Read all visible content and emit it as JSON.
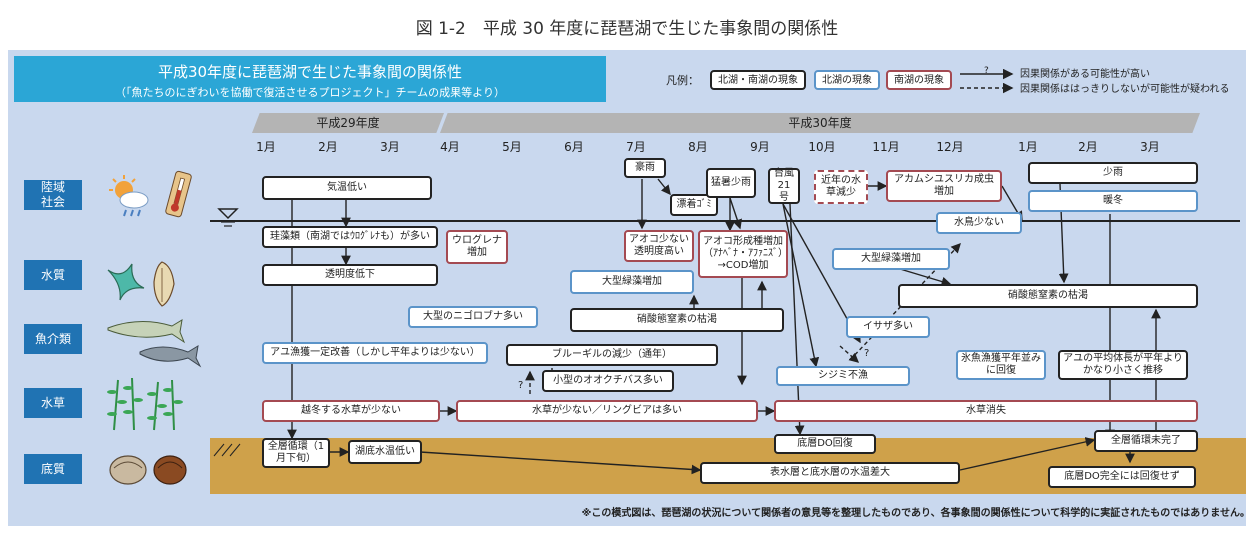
{
  "figure_title": "図 1-2　平成 30 年度に琵琶湖で生じた事象間の関係性",
  "header": {
    "title": "平成30年度に琵琶湖で生じた事象間の関係性",
    "subtitle": "（「魚たちのにぎわいを協働で復活させるプロジェクト」チームの成果等より）"
  },
  "legend": {
    "label": "凡例：",
    "both": "北湖・南湖の現象",
    "north": "北湖の現象",
    "south": "南湖の現象",
    "causal": "因果関係がある可能性が高い",
    "uncertain": "因果関係ははっきりしないが可能性が疑われる",
    "q": "?"
  },
  "years": {
    "h29": "平成29年度",
    "h30": "平成30年度"
  },
  "months": [
    "1月",
    "2月",
    "3月",
    "4月",
    "5月",
    "6月",
    "7月",
    "8月",
    "9月",
    "10月",
    "11月",
    "12月",
    "1月",
    "2月",
    "3月"
  ],
  "categories": [
    "陸域社会",
    "水質",
    "魚介類",
    "水草",
    "底質"
  ],
  "category_lines": [
    [
      "陸域",
      "社会"
    ],
    [
      "水質"
    ],
    [
      "魚介類"
    ],
    [
      "水草"
    ],
    [
      "底質"
    ]
  ],
  "icons": [
    "weather-icon",
    "thermometer-icon",
    "plankton-icon",
    "ayu-fish-icon",
    "waterweed-icon",
    "shell-icon"
  ],
  "colors": {
    "panel": "#c9d8ee",
    "header": "#2ba6d6",
    "category": "#2073b3",
    "sediment": "#cfa14a",
    "blue_border": "#5b94c9",
    "red_border": "#a44a52"
  },
  "nodes": {
    "kion": "気温低い",
    "keiso1": "珪藻類（南湖ではｳﾛｸﾞﾚﾅも）が多い",
    "toumei": "透明度低下",
    "urogurena": "ウログレナ増加",
    "nigorobuna": "大型のニゴロブナ多い",
    "ayu": "アユ漁獲一定改善（しかし平年よりは少ない）",
    "ettou": "越冬する水草が少ない",
    "zensou": "全層循環（1月下旬）",
    "kotei": "湖底水温低い",
    "gouu": "豪雨",
    "hyouchaku": "漂着ｺﾞﾐ",
    "aoko": "アオコ少ない透明度高い",
    "mousho": "猛暑少雨",
    "aokokeisei": "アオコ形成種増加（ｱﾅﾍﾞﾅ・ｱﾌｧﾆｽﾞ）→COD増加",
    "taifu": "台風21号",
    "kinnen": "近年の水草減少",
    "akamushi": "アカムシユスリカ成虫増加",
    "shouu": "少雨",
    "dantou": "暖冬",
    "mizudori": "水鳥少ない",
    "ryokusou1": "大型緑藻増加",
    "ryokusou2": "大型緑藻増加",
    "keiso2": "硝酸態窒素の枯渇",
    "keiso3": "硝酸態窒素の枯渇",
    "isaza": "イサザ多い",
    "bluegill": "ブルーギルの減少（通年）",
    "ookuchi": "小型のオオクチバス多い",
    "shijimi": "シジミ不漁",
    "hiuo": "氷魚漁獲平年並みに回復",
    "ayusmall": "アユの平均体長が平年よりかなり小さく推移",
    "suisou1": "水草が少ない／リングビアは多い",
    "suisou2": "水草消失",
    "teisoudo": "底層DO回復",
    "suionsa": "表水層と底水層の水温差大",
    "mikanryo": "全層循環未完了",
    "dofukki": "底層DO完全には回復せず"
  },
  "question_marks": [
    "?",
    "?"
  ],
  "footnote": "※この模式図は、琵琶湖の状況について関係者の意見等を整理したものであり、各事象間の関係性について科学的に実証されたものではありません。"
}
